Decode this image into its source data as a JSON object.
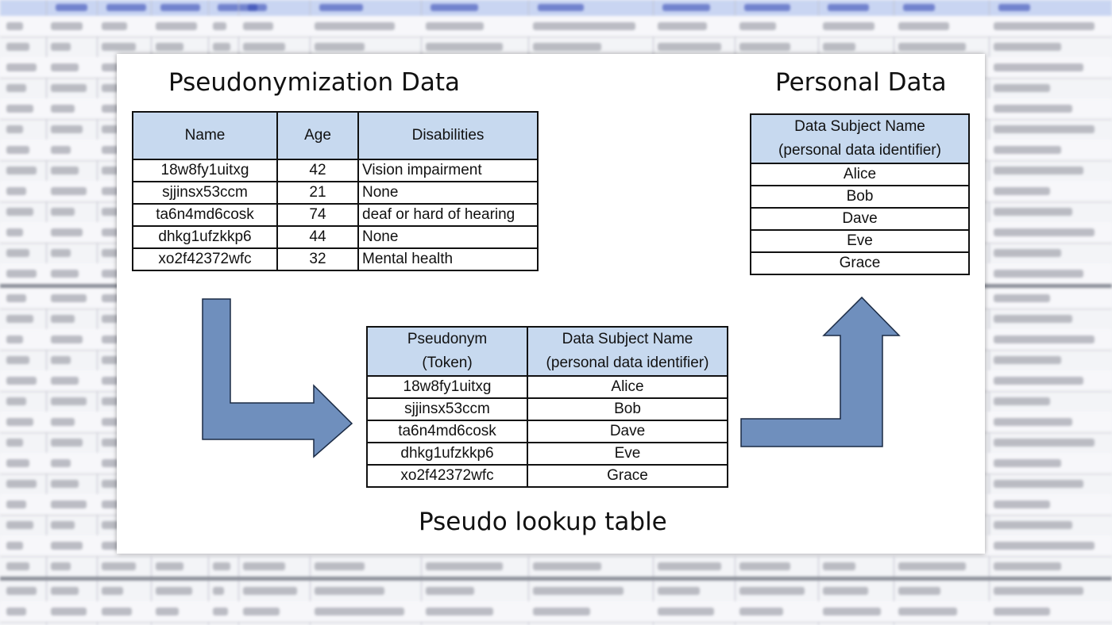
{
  "pseudonymization": {
    "title": "Pseudonymization Data",
    "columns": [
      "Name",
      "Age",
      "Disabilities"
    ],
    "rows": [
      [
        "18w8fy1uitxg",
        "42",
        "Vision impairment"
      ],
      [
        "sjjinsx53ccm",
        "21",
        "None"
      ],
      [
        "ta6n4md6cosk",
        "74",
        "deaf or hard of hearing"
      ],
      [
        "dhkg1ufzkkp6",
        "44",
        "None"
      ],
      [
        "xo2f42372wfc",
        "32",
        "Mental health"
      ]
    ]
  },
  "personal": {
    "title": "Personal Data",
    "header_line1": "Data Subject Name",
    "header_line2": "(personal data identifier)",
    "rows": [
      "Alice",
      "Bob",
      "Dave",
      "Eve",
      "Grace"
    ]
  },
  "lookup": {
    "title": "Pseudo lookup table",
    "col1_line1": "Pseudonym",
    "col1_line2": "(Token)",
    "col2_line1": "Data Subject Name",
    "col2_line2": "(personal data identifier)",
    "rows": [
      [
        "18w8fy1uitxg",
        "Alice"
      ],
      [
        "sjjinsx53ccm",
        "Bob"
      ],
      [
        "ta6n4md6cosk",
        "Dave"
      ],
      [
        "dhkg1ufzkkp6",
        "Eve"
      ],
      [
        "xo2f42372wfc",
        "Grace"
      ]
    ]
  },
  "colors": {
    "arrow_fill": "#6f8fbd",
    "header_fill": "#c7d9ef"
  }
}
